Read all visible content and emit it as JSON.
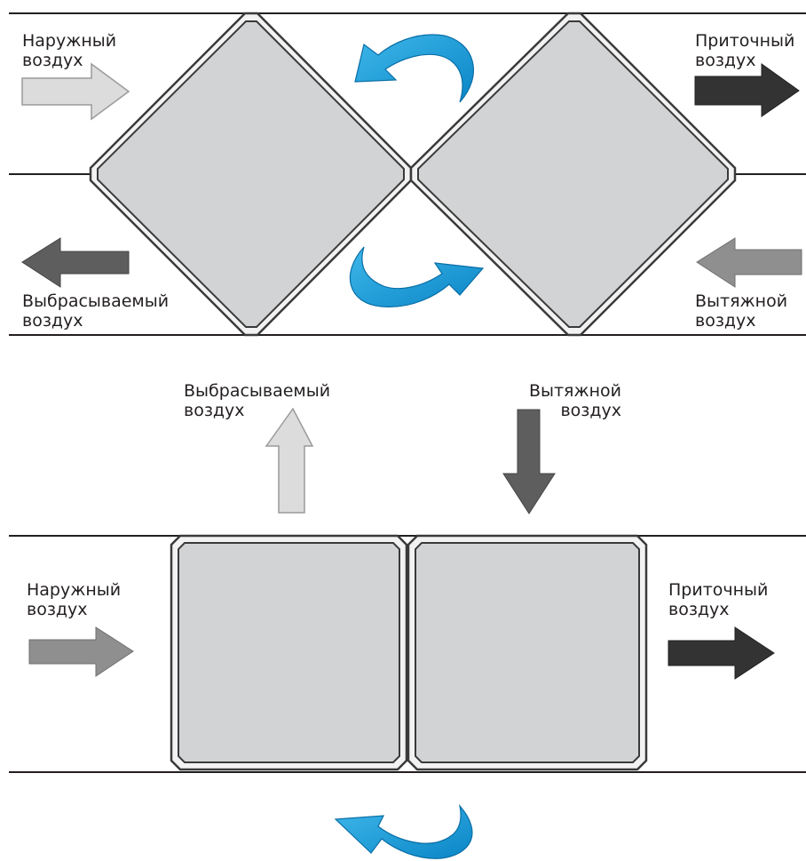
{
  "top_scheme": {
    "outdoor_air": [
      "Наружный",
      "воздух"
    ],
    "supply_air": [
      "Приточный",
      "воздух"
    ],
    "exhaust_air": [
      "Выбрасываемый",
      "воздух"
    ],
    "extract_air": [
      "Вытяжной",
      "воздух"
    ]
  },
  "bottom_scheme": {
    "exhaust_air": [
      "Выбрасываемый",
      "воздух"
    ],
    "extract_air": [
      "Вытяжной",
      "воздух"
    ],
    "outdoor_air": [
      "Наружный",
      "воздух"
    ],
    "supply_air": [
      "Приточный",
      "воздух"
    ]
  },
  "colors": {
    "duct_line": "#231f20",
    "plate_fill": "#d1d3d4",
    "plate_frame": "#3a3a3a",
    "rotation_arrow": "#0f9ad6",
    "outdoor_arrow_top": "#dcdcdc",
    "supply_arrow": "#333333",
    "exhaust_arrow_top": "#5e5e5e",
    "extract_arrow_top": "#8f8f8f",
    "exhaust_arrow_bottom": "#dcdcdc",
    "extract_arrow_bottom": "#5e5e5e",
    "outdoor_arrow_bottom": "#8f8f8f"
  }
}
